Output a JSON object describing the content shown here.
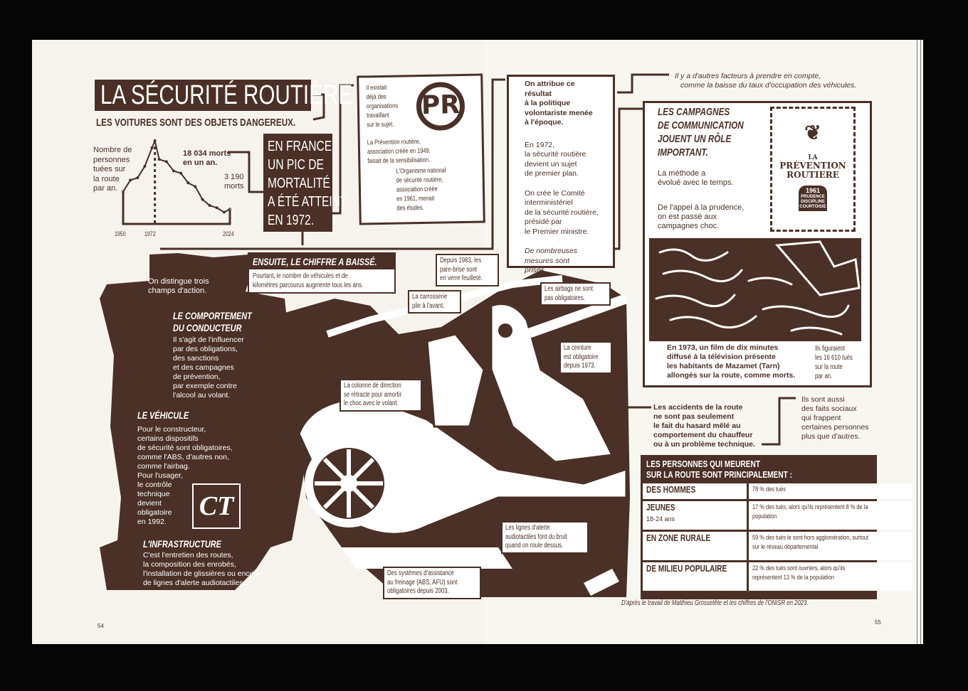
{
  "title": "LA SÉCURITÉ ROUTIÈRE",
  "subtitle": "LES VOITURES SONT DES OBJETS DANGEREUX.",
  "chart_label": [
    "Nombre de",
    "personnes",
    "tuées sur",
    "la route",
    "par an."
  ],
  "peak_label": [
    "18 034 morts",
    "en un an."
  ],
  "end_label": [
    "3 190",
    "morts"
  ],
  "chart_data": {
    "type": "line",
    "title": "Nombre de personnes tuées sur la route par an.",
    "x": [
      1950,
      1955,
      1960,
      1965,
      1970,
      1972,
      1975,
      1980,
      1985,
      1990,
      1995,
      2000,
      2005,
      2010,
      2015,
      2020,
      2024
    ],
    "values": [
      7000,
      9500,
      10000,
      12500,
      16500,
      18034,
      14000,
      13500,
      11500,
      11000,
      8900,
      8100,
      5300,
      4000,
      3500,
      2550,
      3190
    ],
    "tick_labels": [
      "1950",
      "1972",
      "2024"
    ],
    "xlim": [
      1950,
      2024
    ],
    "ylim": [
      0,
      18034
    ],
    "annotations": [
      "18 034 morts en un an.",
      "3 190 morts"
    ]
  },
  "peak_box": [
    "EN FRANCE,",
    "UN PIC DE",
    "MORTALITÉ",
    "A ÉTÉ ATTEINT",
    "EN 1972."
  ],
  "orgs_note": {
    "lines1": [
      "Il existait",
      "déjà des",
      "organisations",
      "travaillant",
      "sur le sujet."
    ],
    "prev": [
      "La Prévention routière,",
      "association créée en 1949,",
      "faisait de la sensibilisation."
    ],
    "onsr": [
      "L'Organisme national",
      "de sécurité routière,",
      "association créée",
      "en 1961, menait",
      "des études."
    ],
    "logo": "PR"
  },
  "ensuite": {
    "title": "ENSUITE, LE CHIFFRE A BAISSÉ.",
    "body": [
      "Pourtant, le nombre de véhicules et de",
      "kilomètres parcourus augmente tous les ans."
    ]
  },
  "fields": {
    "intro": [
      "On distingue trois",
      "champs d'action."
    ],
    "driver_title": [
      "LE COMPORTEMENT",
      "DU CONDUCTEUR"
    ],
    "driver_body": [
      "Il s'agit de l'influencer",
      "par des obligations,",
      "des sanctions",
      "et des campagnes",
      "de prévention,",
      "par exemple contre",
      "l'alcool au volant."
    ],
    "vehicle_title": "LE VÉHICULE",
    "vehicle_body": [
      "Pour le constructeur,",
      "certains dispositifs",
      "de sécurité sont obligatoires,",
      "comme l'ABS, d'autres non,",
      "comme l'airbag.",
      "Pour l'usager,",
      "le contrôle",
      "technique",
      "devient",
      "obligatoire",
      "en 1992."
    ],
    "ct_logo": "CT",
    "infra_title": "L'INFRASTRUCTURE",
    "infra_body": [
      "C'est l'entretien des routes,",
      "la composition des enrobés,",
      "l'installation de glissières ou encore",
      "de lignes d'alerte audiotactiles."
    ]
  },
  "car_notes": {
    "windshield": [
      "Depuis 1983, les",
      "pare-brise sont",
      "en verre feuilleté."
    ],
    "body": [
      "La carrosserie",
      "plie à l'avant."
    ],
    "airbags": [
      "Les airbags ne sont",
      "pas obligatoires."
    ],
    "belt": [
      "La ceinture",
      "est obligatoire",
      "depuis 1973."
    ],
    "column": [
      "La colonne de direction",
      "se rétracte pour amortir",
      "le choc avec le volant."
    ],
    "abs": [
      "Des systèmes d'assistance",
      "au freinage (ABS, AFU) sont",
      "obligatoires depuis 2003."
    ],
    "rumble": [
      "Les lignes d'alerte",
      "audiotactiles font du bruit",
      "quand on roule dessus."
    ]
  },
  "policy": {
    "head": [
      "On attribue ce résultat",
      "à la politique",
      "volontariste menée",
      "à l'époque."
    ],
    "p1": [
      "En 1972,",
      "la sécurité routière",
      "devient un sujet",
      "de premier plan."
    ],
    "p2": [
      "On crée le Comité",
      "interministériel",
      "de la sécurité routière,",
      "présidé par",
      "le Premier ministre."
    ],
    "p3": [
      "De nombreuses",
      "mesures sont",
      "prises."
    ]
  },
  "other_factors": [
    "Il y a d'autres facteurs à prendre en compte,",
    "comme la baisse du taux d'occupation des véhicules."
  ],
  "campaigns": {
    "title": [
      "LES CAMPAGNES",
      "DE COMMUNICATION",
      "JOUENT UN RÔLE",
      "IMPORTANT."
    ],
    "m1": [
      "La méthode a",
      "évolué avec le temps."
    ],
    "m2": [
      "De l'appel à la prudence,",
      "on est passé aux",
      "campagnes choc."
    ],
    "stamp": {
      "la": "LA",
      "name": [
        "PRÉVENTION",
        "ROUTIERE"
      ],
      "year": "1961",
      "motto": [
        "PRUDENCE",
        "DISCIPLINE",
        "COURTOISIE"
      ]
    },
    "film": [
      "En 1973, un film de dix minutes",
      "diffusé à la télévision présente",
      "les habitants de Mazamet (Tarn)",
      "allongés sur la route, comme morts."
    ],
    "figures": [
      "Ils figuraient",
      "les 16 610 tués",
      "sur la route",
      "par an."
    ]
  },
  "accidents": [
    "Les accidents de la route",
    "ne sont pas seulement",
    "le fait du hasard mêlé au",
    "comportement du chauffeur",
    "ou à un problème technique."
  ],
  "social": [
    "Ils sont aussi",
    "des faits sociaux",
    "qui frappent",
    "certaines personnes",
    "plus que d'autres."
  ],
  "table": {
    "title": [
      "LES PERSONNES QUI MEURENT",
      "SUR LA ROUTE SONT PRINCIPALEMENT :"
    ],
    "rows": [
      {
        "label": "DES HOMMES",
        "sub": "",
        "value": "78 % des tués"
      },
      {
        "label": "JEUNES",
        "sub": "18-24 ans",
        "value": "17 % des tués, alors qu'ils représentent 8 % de la population"
      },
      {
        "label": "EN ZONE RURALE",
        "sub": "",
        "value": "59 % des tués le sont hors agglomération, surtout sur le réseau départemental"
      },
      {
        "label": "DE MILIEU POPULAIRE",
        "sub": "",
        "value": "22 % des tués sont ouvriers, alors qu'ils représentent 13 % de la population"
      }
    ]
  },
  "source": "D'après le travail de Matthieu Grossetête et les chiffres de l'ONISR en 2023.",
  "page_left": "54",
  "page_right": "55",
  "colors": {
    "brown": "#4a3027",
    "paper": "#f6f3ee"
  }
}
